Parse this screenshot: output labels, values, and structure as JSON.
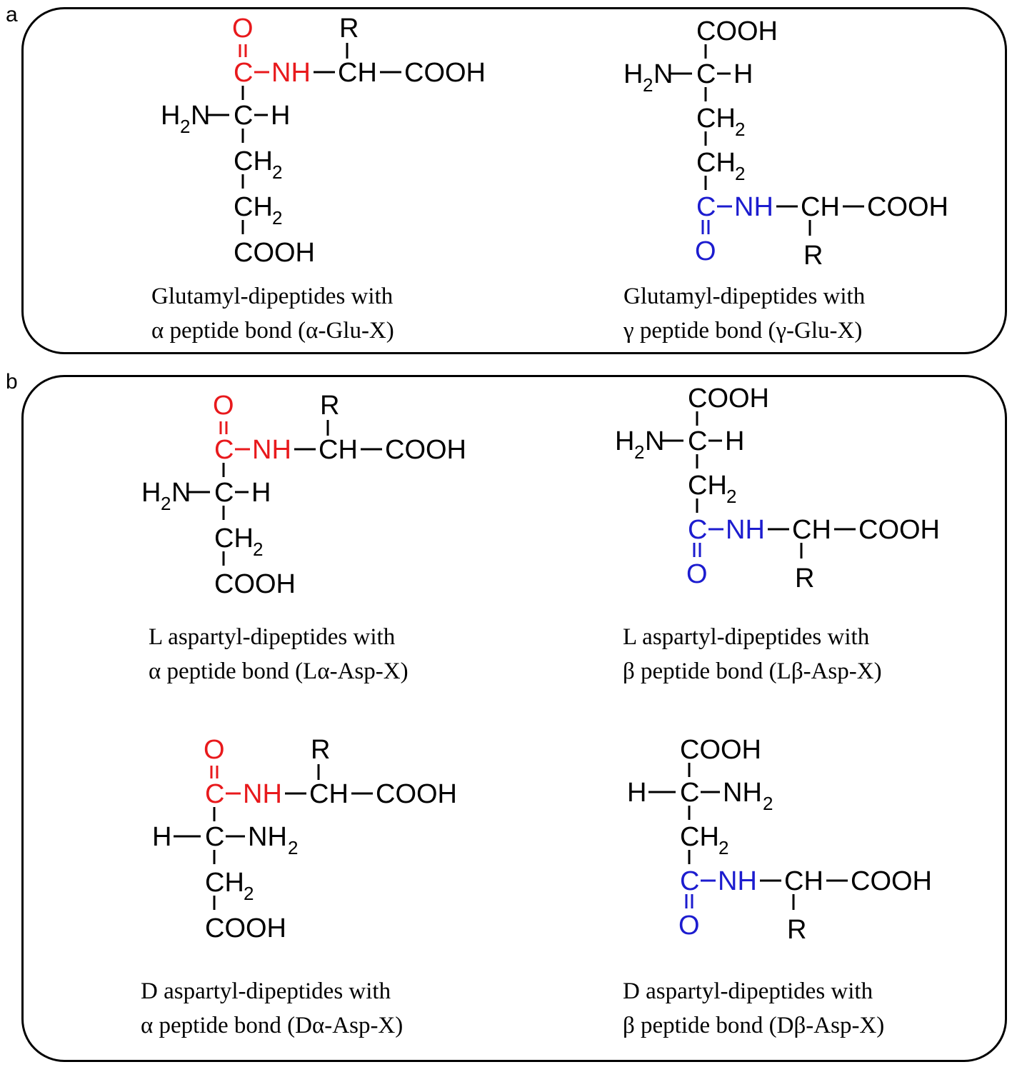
{
  "panels": {
    "a": {
      "letter": "a"
    },
    "b": {
      "letter": "b"
    }
  },
  "colors": {
    "alpha_bond": "#e8191c",
    "side_bond": "#1c1ccf",
    "text": "#000000"
  },
  "atoms": {
    "O": "O",
    "C": "C",
    "NH": "NH",
    "CH": "CH",
    "COOH": "COOH",
    "R": "R",
    "H": "H",
    "H2N_H": "H",
    "H2N_N": "N",
    "NH2_N": "NH",
    "two": "2",
    "CH2_CH": "CH"
  },
  "captions": {
    "glu_alpha": [
      "Glutamyl-dipeptides with",
      "α peptide bond (α-Glu-X)"
    ],
    "glu_gamma": [
      "Glutamyl-dipeptides with",
      "γ peptide bond (γ-Glu-X)"
    ],
    "lasp_alpha": [
      "L aspartyl-dipeptides with",
      "α peptide bond (Lα-Asp-X)"
    ],
    "lasp_beta": [
      "L aspartyl-dipeptides with",
      "β peptide bond (Lβ-Asp-X)"
    ],
    "dasp_alpha": [
      "D aspartyl-dipeptides with",
      "α peptide bond (Dα-Asp-X)"
    ],
    "dasp_beta": [
      "D aspartyl-dipeptides with",
      "β peptide bond (Dβ-Asp-X)"
    ]
  }
}
